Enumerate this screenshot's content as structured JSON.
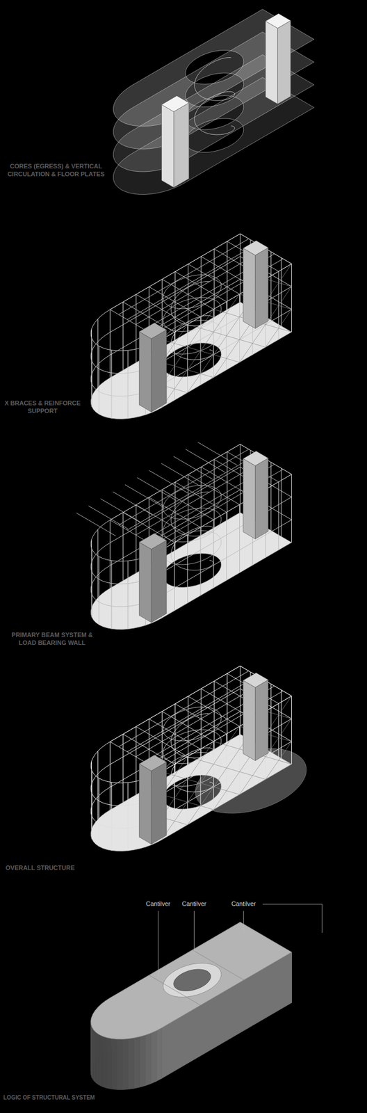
{
  "diagram": {
    "labels": [
      "CORES (EGRESS) & VERTICAL CIRCULATION & FLOOR PLATES",
      "X BRACES & REINFORCE SUPPORT",
      "PRIMARY BEAM SYSTEM & LOAD BEARING WALL",
      "OVERALL STRUCTURE",
      "Cantilver",
      "Cantilver",
      "Cantilver",
      "LOGIC OF STRUCTURAL SYSTEM"
    ]
  }
}
